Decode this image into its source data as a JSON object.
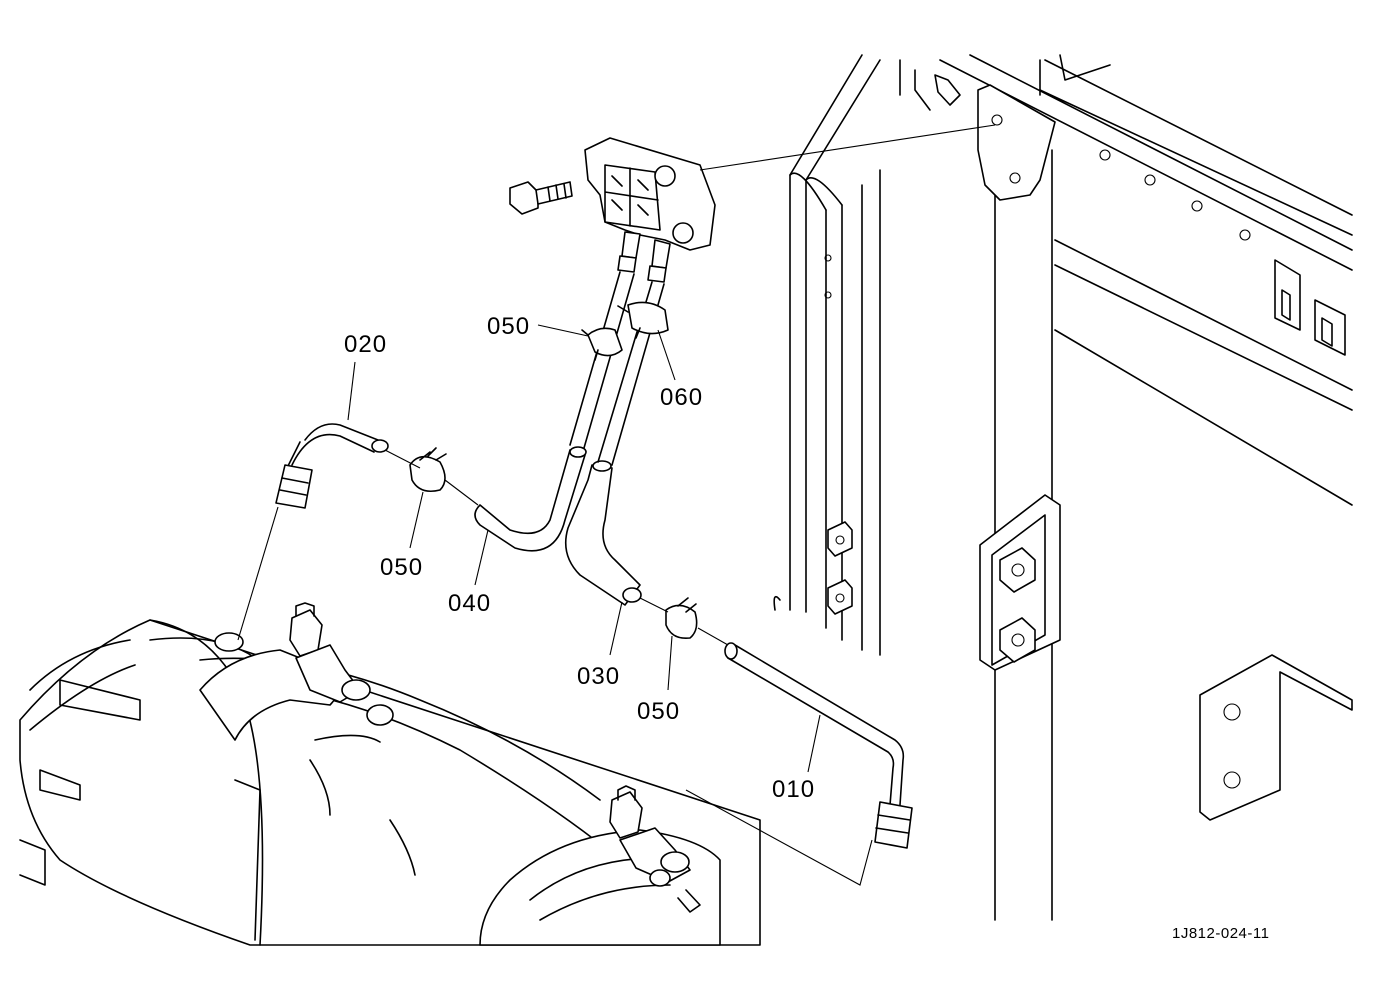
{
  "diagram": {
    "reference_code": "1J812-024-11",
    "callouts": [
      {
        "id": "part-010",
        "label": "010"
      },
      {
        "id": "part-020",
        "label": "020"
      },
      {
        "id": "part-030",
        "label": "030"
      },
      {
        "id": "part-040",
        "label": "040"
      },
      {
        "id": "part-050-top",
        "label": "050"
      },
      {
        "id": "part-050-left",
        "label": "050"
      },
      {
        "id": "part-050-bottom",
        "label": "050"
      },
      {
        "id": "part-060",
        "label": "060"
      }
    ]
  }
}
